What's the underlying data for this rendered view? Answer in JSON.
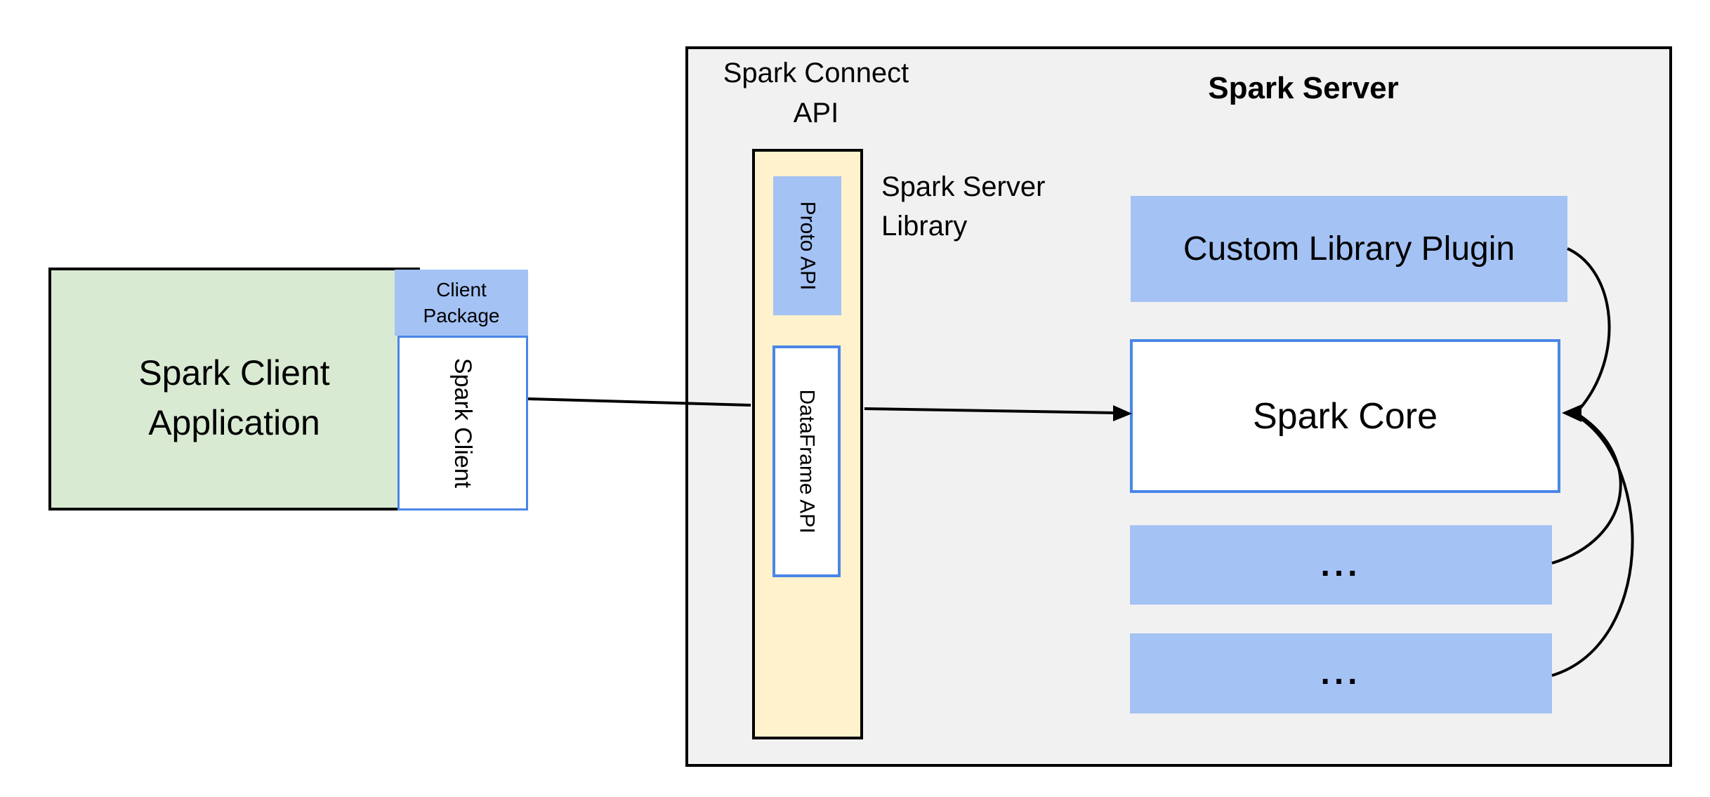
{
  "colors": {
    "green_fill": "#d9ead3",
    "blue_fill": "#a4c2f4",
    "yellow_fill": "#fff2cc",
    "grey_fill": "#f1f1f1",
    "blue_border": "#4a86e8",
    "line_color": "#000000"
  },
  "client_app": {
    "line1": "Spark Client",
    "line2": "Application"
  },
  "client_package": {
    "line1": "Client",
    "line2": "Package"
  },
  "spark_client": {
    "label": "Spark Client"
  },
  "connect_api": {
    "line1": "Spark Connect",
    "line2": "API"
  },
  "proto_api": {
    "label": "Proto API"
  },
  "dataframe_api": {
    "label": "DataFrame API"
  },
  "server_library": {
    "line1": "Spark Server",
    "line2": "Library"
  },
  "spark_server": {
    "title": "Spark Server"
  },
  "plugin": {
    "label": "Custom Library Plugin"
  },
  "core": {
    "label": "Spark Core"
  },
  "ellipsis_1": {
    "label": "..."
  },
  "ellipsis_2": {
    "label": "..."
  }
}
